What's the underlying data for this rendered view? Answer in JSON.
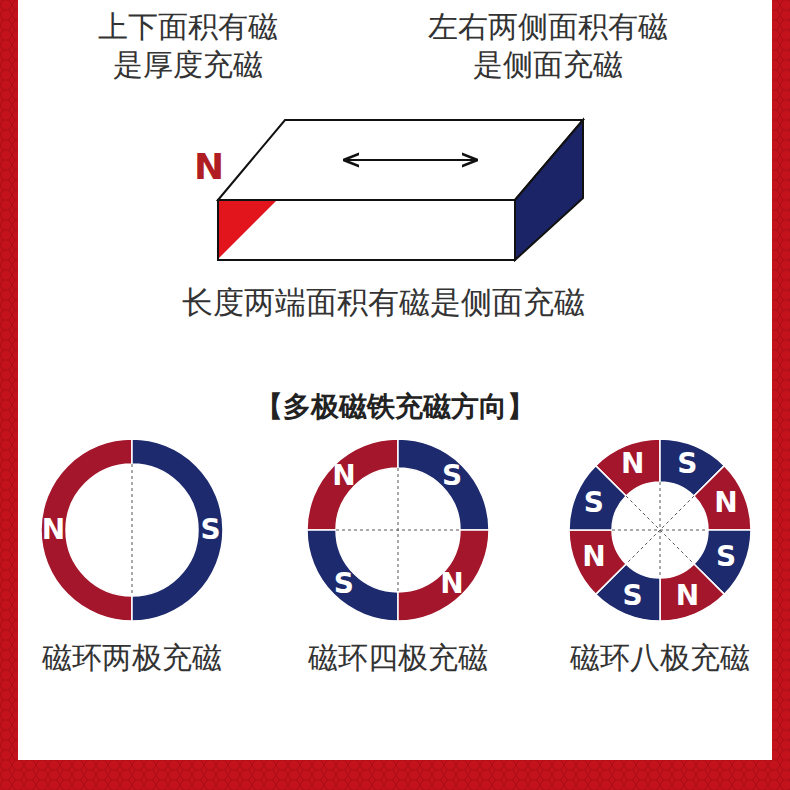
{
  "diagram": {
    "title": "【多极磁铁充磁方向】",
    "nodes": [
      {
        "text": [
          "磁环两极充磁"
        ]
      },
      {
        "text": [
          "N"
        ],
        "in": 0
      },
      {
        "text": [
          "S"
        ],
        "in": 0
      },
      {
        "text": [
          "磁环四极充磁"
        ]
      },
      {
        "text": [
          "N"
        ],
        "in": 3
      },
      {
        "text": [
          "S"
        ],
        "in": 3
      },
      {
        "text": [
          "S"
        ],
        "in": 3
      },
      {
        "text": [
          "N"
        ],
        "in": 3
      },
      {
        "text": [
          "磁环八极充磁"
        ]
      },
      {
        "text": [
          "N"
        ],
        "in": 8
      },
      {
        "text": [
          "S"
        ],
        "in": 8
      },
      {
        "text": [
          "N"
        ],
        "in": 8
      },
      {
        "text": [
          "S"
        ],
        "in": 8
      },
      {
        "text": [
          "N"
        ],
        "in": 8
      },
      {
        "text": [
          "S"
        ],
        "in": 8
      },
      {
        "text": [
          "N"
        ],
        "in": 8
      },
      {
        "text": [
          "S"
        ],
        "in": 8
      }
    ],
    "labels": [
      "上下面积有磁 是厚度充磁",
      "左右两侧面积有磁 是侧面充磁",
      "N",
      "长度两端面积有磁是侧面充磁"
    ]
  }
}
